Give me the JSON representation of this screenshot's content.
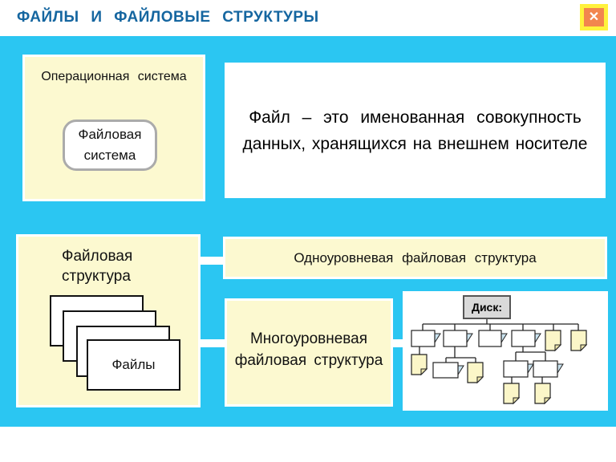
{
  "header": {
    "title": "ФАЙЛЫ И ФАЙЛОВЫЕ СТРУКТУРЫ",
    "close_glyph": "✕"
  },
  "os_box": {
    "label": "Операционная система",
    "inner_line1": "Файловая",
    "inner_line2": "система"
  },
  "definition_box": {
    "line1": "Файл – это именованная совокупность",
    "line2": "данных, хранящихся на внешнем носителе"
  },
  "file_structure_box": {
    "title_line1": "Файловая",
    "title_line2": "структура",
    "cards_label": "Файлы",
    "card_count": 4
  },
  "single_level_box": {
    "label": "Одноуровневая файловая структура"
  },
  "multi_level_box": {
    "line1": "Многоуровневая",
    "line2": "файловая структура"
  },
  "disk_tree": {
    "root_label": "Диск:",
    "structure": [
      {
        "type": "folder",
        "children": [
          {
            "type": "file"
          }
        ]
      },
      {
        "type": "folder",
        "children": [
          {
            "type": "folder"
          },
          {
            "type": "file"
          }
        ]
      },
      {
        "type": "folder",
        "children": []
      },
      {
        "type": "folder",
        "children": [
          {
            "type": "folder",
            "children": [
              {
                "type": "file"
              }
            ]
          },
          {
            "type": "folder",
            "children": [
              {
                "type": "file"
              }
            ]
          }
        ]
      },
      {
        "type": "file"
      },
      {
        "type": "file"
      }
    ]
  },
  "colors": {
    "background_cyan": "#2BC6F2",
    "panel_cream": "#FCF9D0",
    "title_blue": "#1566A0",
    "close_orange": "#F2854E",
    "close_border_yellow": "#FFF23C",
    "folder_flap_blue": "#C9E3EF",
    "file_fill_yellow": "#FBF6C8",
    "disk_box_gray": "#D9D9D9"
  }
}
